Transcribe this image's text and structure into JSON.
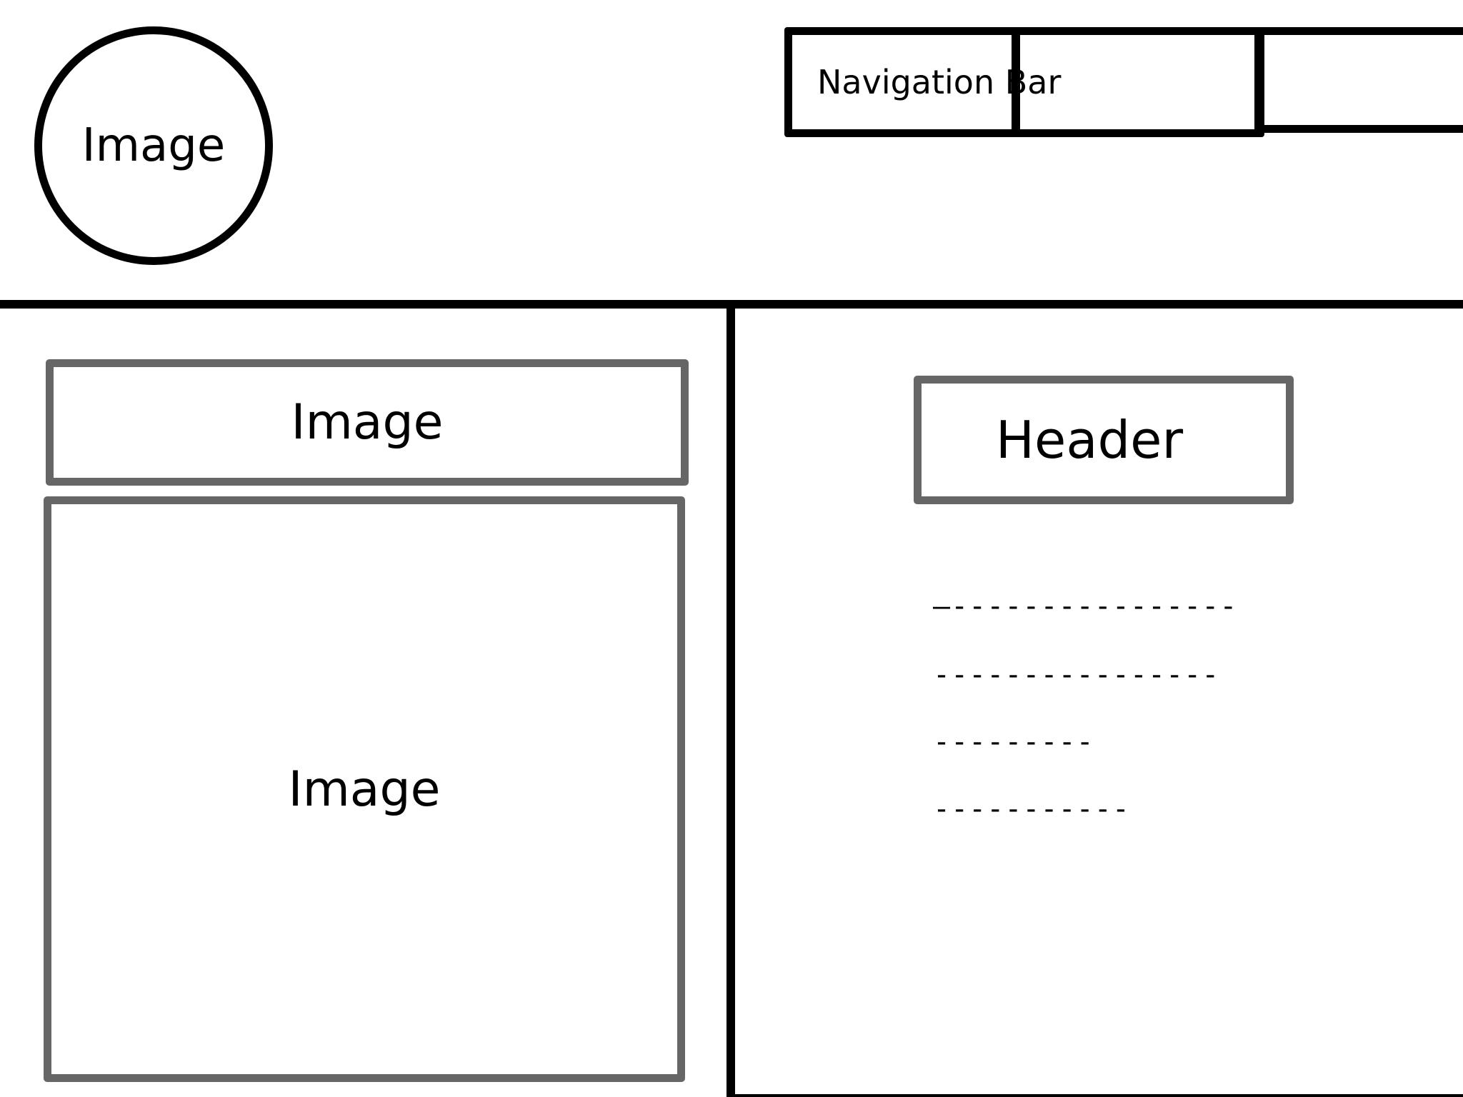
{
  "logo": {
    "label": "Image"
  },
  "nav": {
    "label": "Navigation Bar"
  },
  "left": {
    "banner_image_label": "Image",
    "main_image_label": "Image"
  },
  "right": {
    "header_label": "Header",
    "text_lines": [
      "—----------------",
      "----------------",
      "---------",
      "-----------"
    ]
  }
}
